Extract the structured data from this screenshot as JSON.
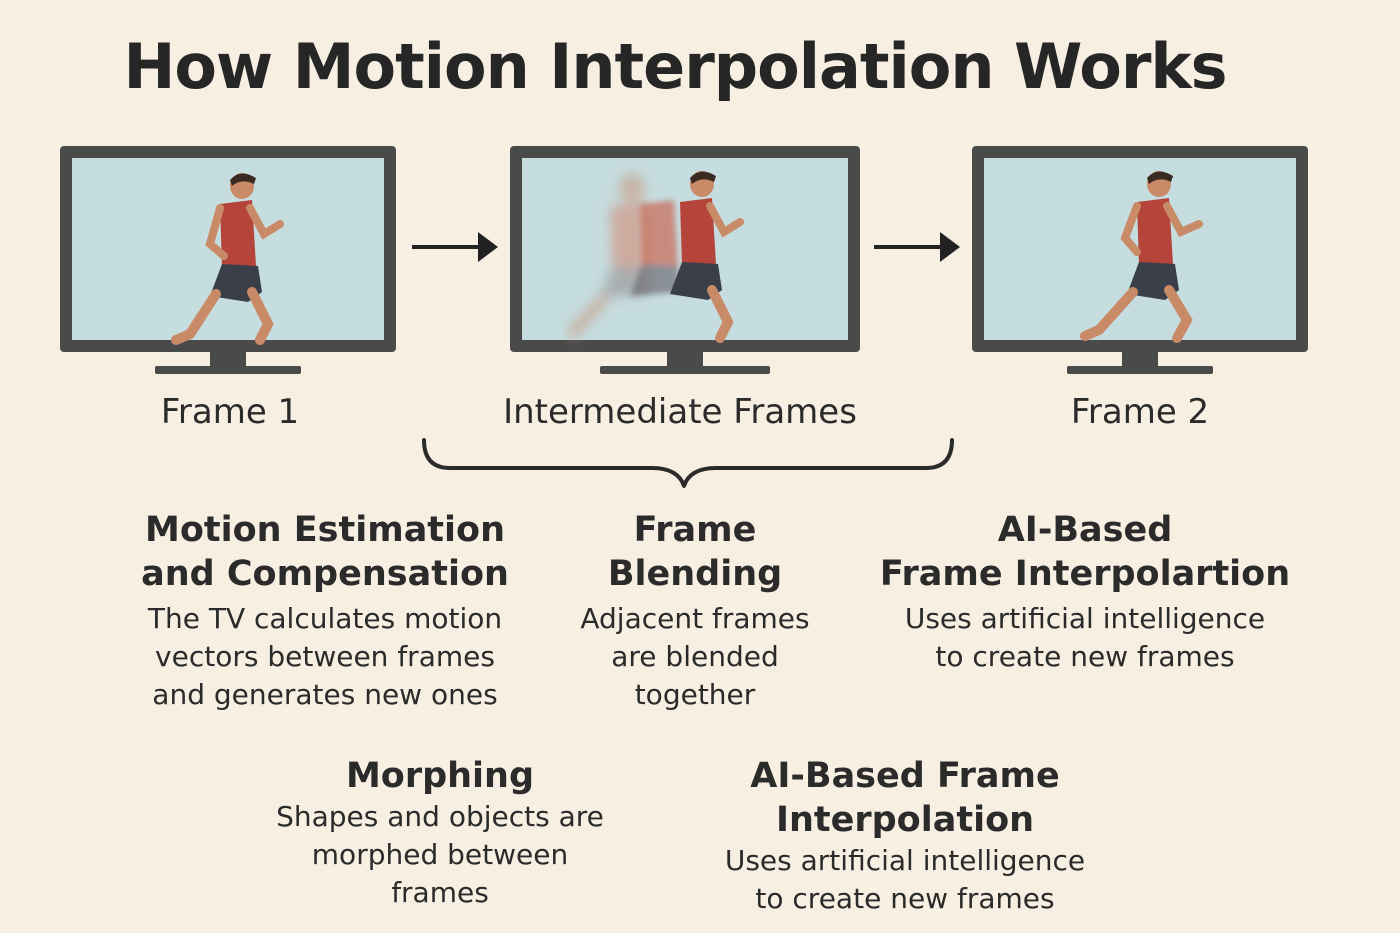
{
  "title": "How Motion Interpolation Works",
  "frames": [
    {
      "label": "Frame 1"
    },
    {
      "label": "Intermediate Frames"
    },
    {
      "label": "Frame 2"
    }
  ],
  "methods": [
    {
      "title": "Motion Estimation\nand Compensation",
      "description": "The TV calculates motion\nvectors between frames\nand generates new ones"
    },
    {
      "title": "Frame\nBlending",
      "description": "Adjacent frames\nare blended\ntogether"
    },
    {
      "title": "AI-Based\nFrame Interpolartion",
      "description": "Uses artificial intelligence\nto create new frames"
    },
    {
      "title": "Morphing",
      "description": "Shapes and objects are\nmorphed between\nframes"
    },
    {
      "title": "AI-Based Frame\nInterpolation",
      "description": "Uses artificial intelligence\nto create new frames"
    }
  ],
  "colors": {
    "background": "#f8efe3",
    "tv_bezel": "#4a4a4a",
    "screen": "#c6dde0",
    "shirt": "#b5443a",
    "shorts": "#3a3f4a",
    "skin": "#c98a68"
  }
}
